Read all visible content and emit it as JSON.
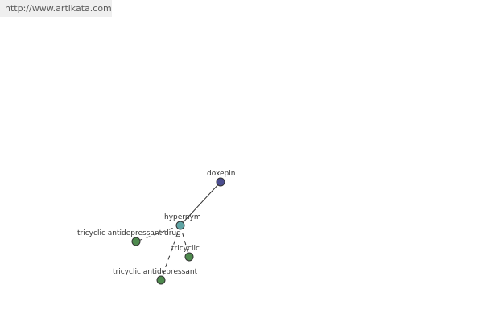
{
  "source_url": "http://www.artikata.com",
  "graph": {
    "nodes": [
      {
        "id": "doxepin",
        "label": "doxepin",
        "color": "#4b4d8f"
      },
      {
        "id": "hypernym",
        "label": "hypernym",
        "color": "#5fa4a4"
      },
      {
        "id": "tricyclic-antidepressant-drug",
        "label": "tricyclic antidepressant drug",
        "color": "#4e8a4e"
      },
      {
        "id": "tricyclic",
        "label": "tricyclic",
        "color": "#4e8a4e"
      },
      {
        "id": "tricyclic-antidepressant",
        "label": "tricyclic antidepressant",
        "color": "#4e8a4e"
      }
    ],
    "edges": [
      {
        "from": "doxepin",
        "to": "hypernym",
        "style": "solid"
      },
      {
        "from": "hypernym",
        "to": "tricyclic-antidepressant-drug",
        "style": "dashed"
      },
      {
        "from": "hypernym",
        "to": "tricyclic",
        "style": "dashed"
      },
      {
        "from": "hypernym",
        "to": "tricyclic-antidepressant",
        "style": "dashed"
      }
    ]
  }
}
